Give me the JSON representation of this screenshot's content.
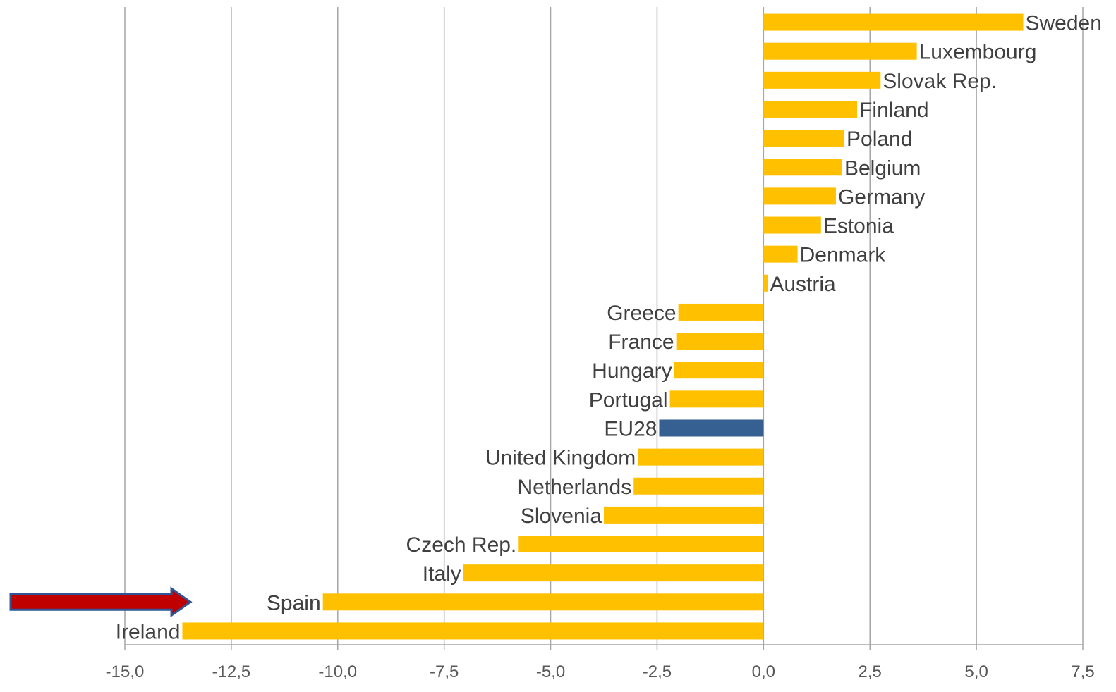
{
  "chart_data": {
    "type": "bar",
    "orientation": "horizontal",
    "categories": [
      "Sweden",
      "Luxembourg",
      "Slovak Rep.",
      "Finland",
      "Poland",
      "Belgium",
      "Germany",
      "Estonia",
      "Denmark",
      "Austria",
      "Greece",
      "France",
      "Hungary",
      "Portugal",
      "EU28",
      "United Kingdom",
      "Netherlands",
      "Slovenia",
      "Czech Rep.",
      "Italy",
      "Spain",
      "Ireland"
    ],
    "values": [
      6.1,
      3.6,
      2.75,
      2.2,
      1.9,
      1.85,
      1.7,
      1.35,
      0.8,
      0.1,
      -2.0,
      -2.05,
      -2.1,
      -2.2,
      -2.45,
      -2.95,
      -3.05,
      -3.75,
      -5.75,
      -7.05,
      -10.35,
      -13.65
    ],
    "xlim": [
      -15,
      7.5
    ],
    "xticks": [
      "-15,0",
      "-12,5",
      "-10,0",
      "-7,5",
      "-5,0",
      "-2,5",
      "0,0",
      "2,5",
      "5,0",
      "7,5"
    ],
    "xtick_values": [
      -15,
      -12.5,
      -10,
      -7.5,
      -5,
      -2.5,
      0,
      2.5,
      5,
      7.5
    ],
    "grid": true,
    "colors": {
      "bar": "#FFC000",
      "highlight": "#376092",
      "grid": "#a6a6a6",
      "arrow_fill": "#C00000",
      "arrow_stroke": "#2F5597"
    },
    "highlight_category": "EU28",
    "annotation": {
      "type": "arrow",
      "points_to": "Spain",
      "color": "#C00000"
    }
  }
}
